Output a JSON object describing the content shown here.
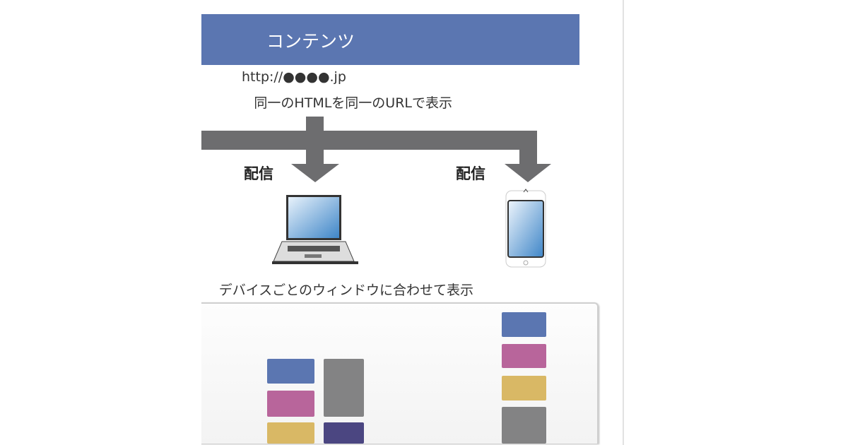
{
  "banner": {
    "title": "コンテンツ"
  },
  "url": "http://●●●●.jp",
  "same_html": "同一のHTMLを同一のURLで表示",
  "deliver_left": "配信",
  "deliver_right": "配信",
  "caption": "デバイスごとのウィンドウに合わせて表示",
  "colors": {
    "blue": "#5b76b1",
    "pink": "#b8659b",
    "yellow": "#d9b865",
    "gray": "#838384",
    "purple": "#4b4681",
    "arrow": "#6d6d6f"
  }
}
